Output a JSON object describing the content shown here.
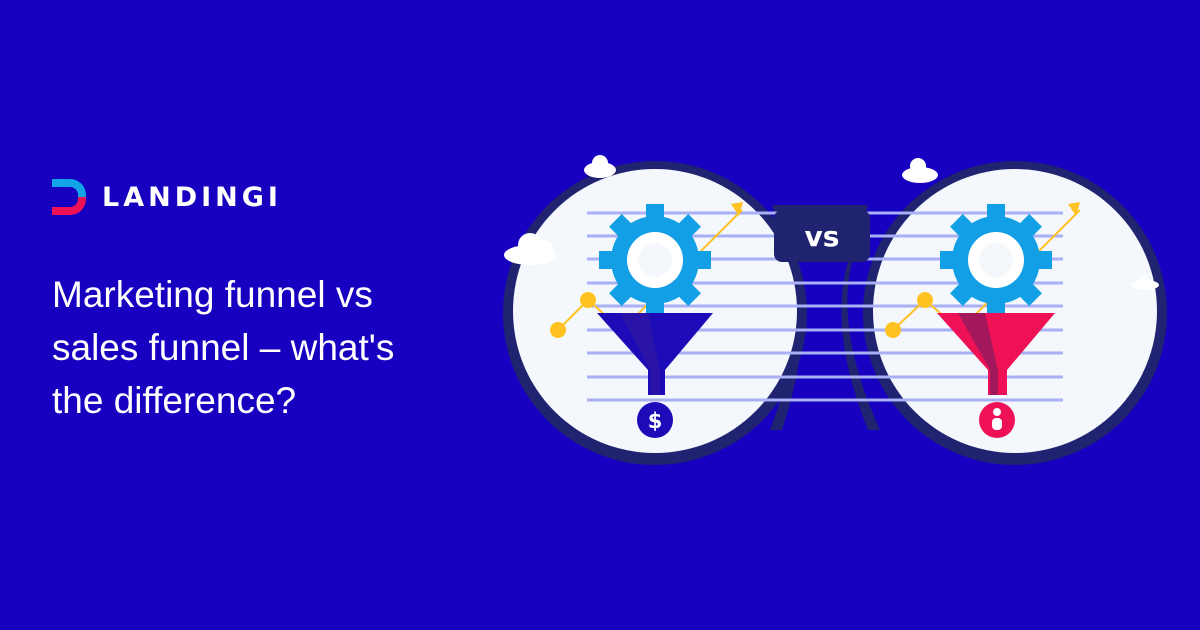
{
  "brand": {
    "name": "LANDINGI",
    "logo_icon": "landingi-d-mark-icon",
    "colors": {
      "top": "#11a4e6",
      "bottom": "#ee1155"
    }
  },
  "headline": {
    "line1": "Marketing funnel vs",
    "line2": "sales funnel – what's",
    "line3": "the difference?"
  },
  "illustration": {
    "badge_label": "vs",
    "left_panel": {
      "funnel_color": "#1d0bb8",
      "result_icon": "dollar-icon",
      "result_glyph": "$"
    },
    "right_panel": {
      "funnel_color": "#ee1155",
      "result_icon": "person-icon"
    }
  },
  "colors": {
    "background": "#1700c0",
    "circle_fill": "#f4f7fc",
    "circle_ring": "#1f2370",
    "gear": "#129fe6",
    "arrow": "#ffc220",
    "line": "#a9b0f5"
  }
}
